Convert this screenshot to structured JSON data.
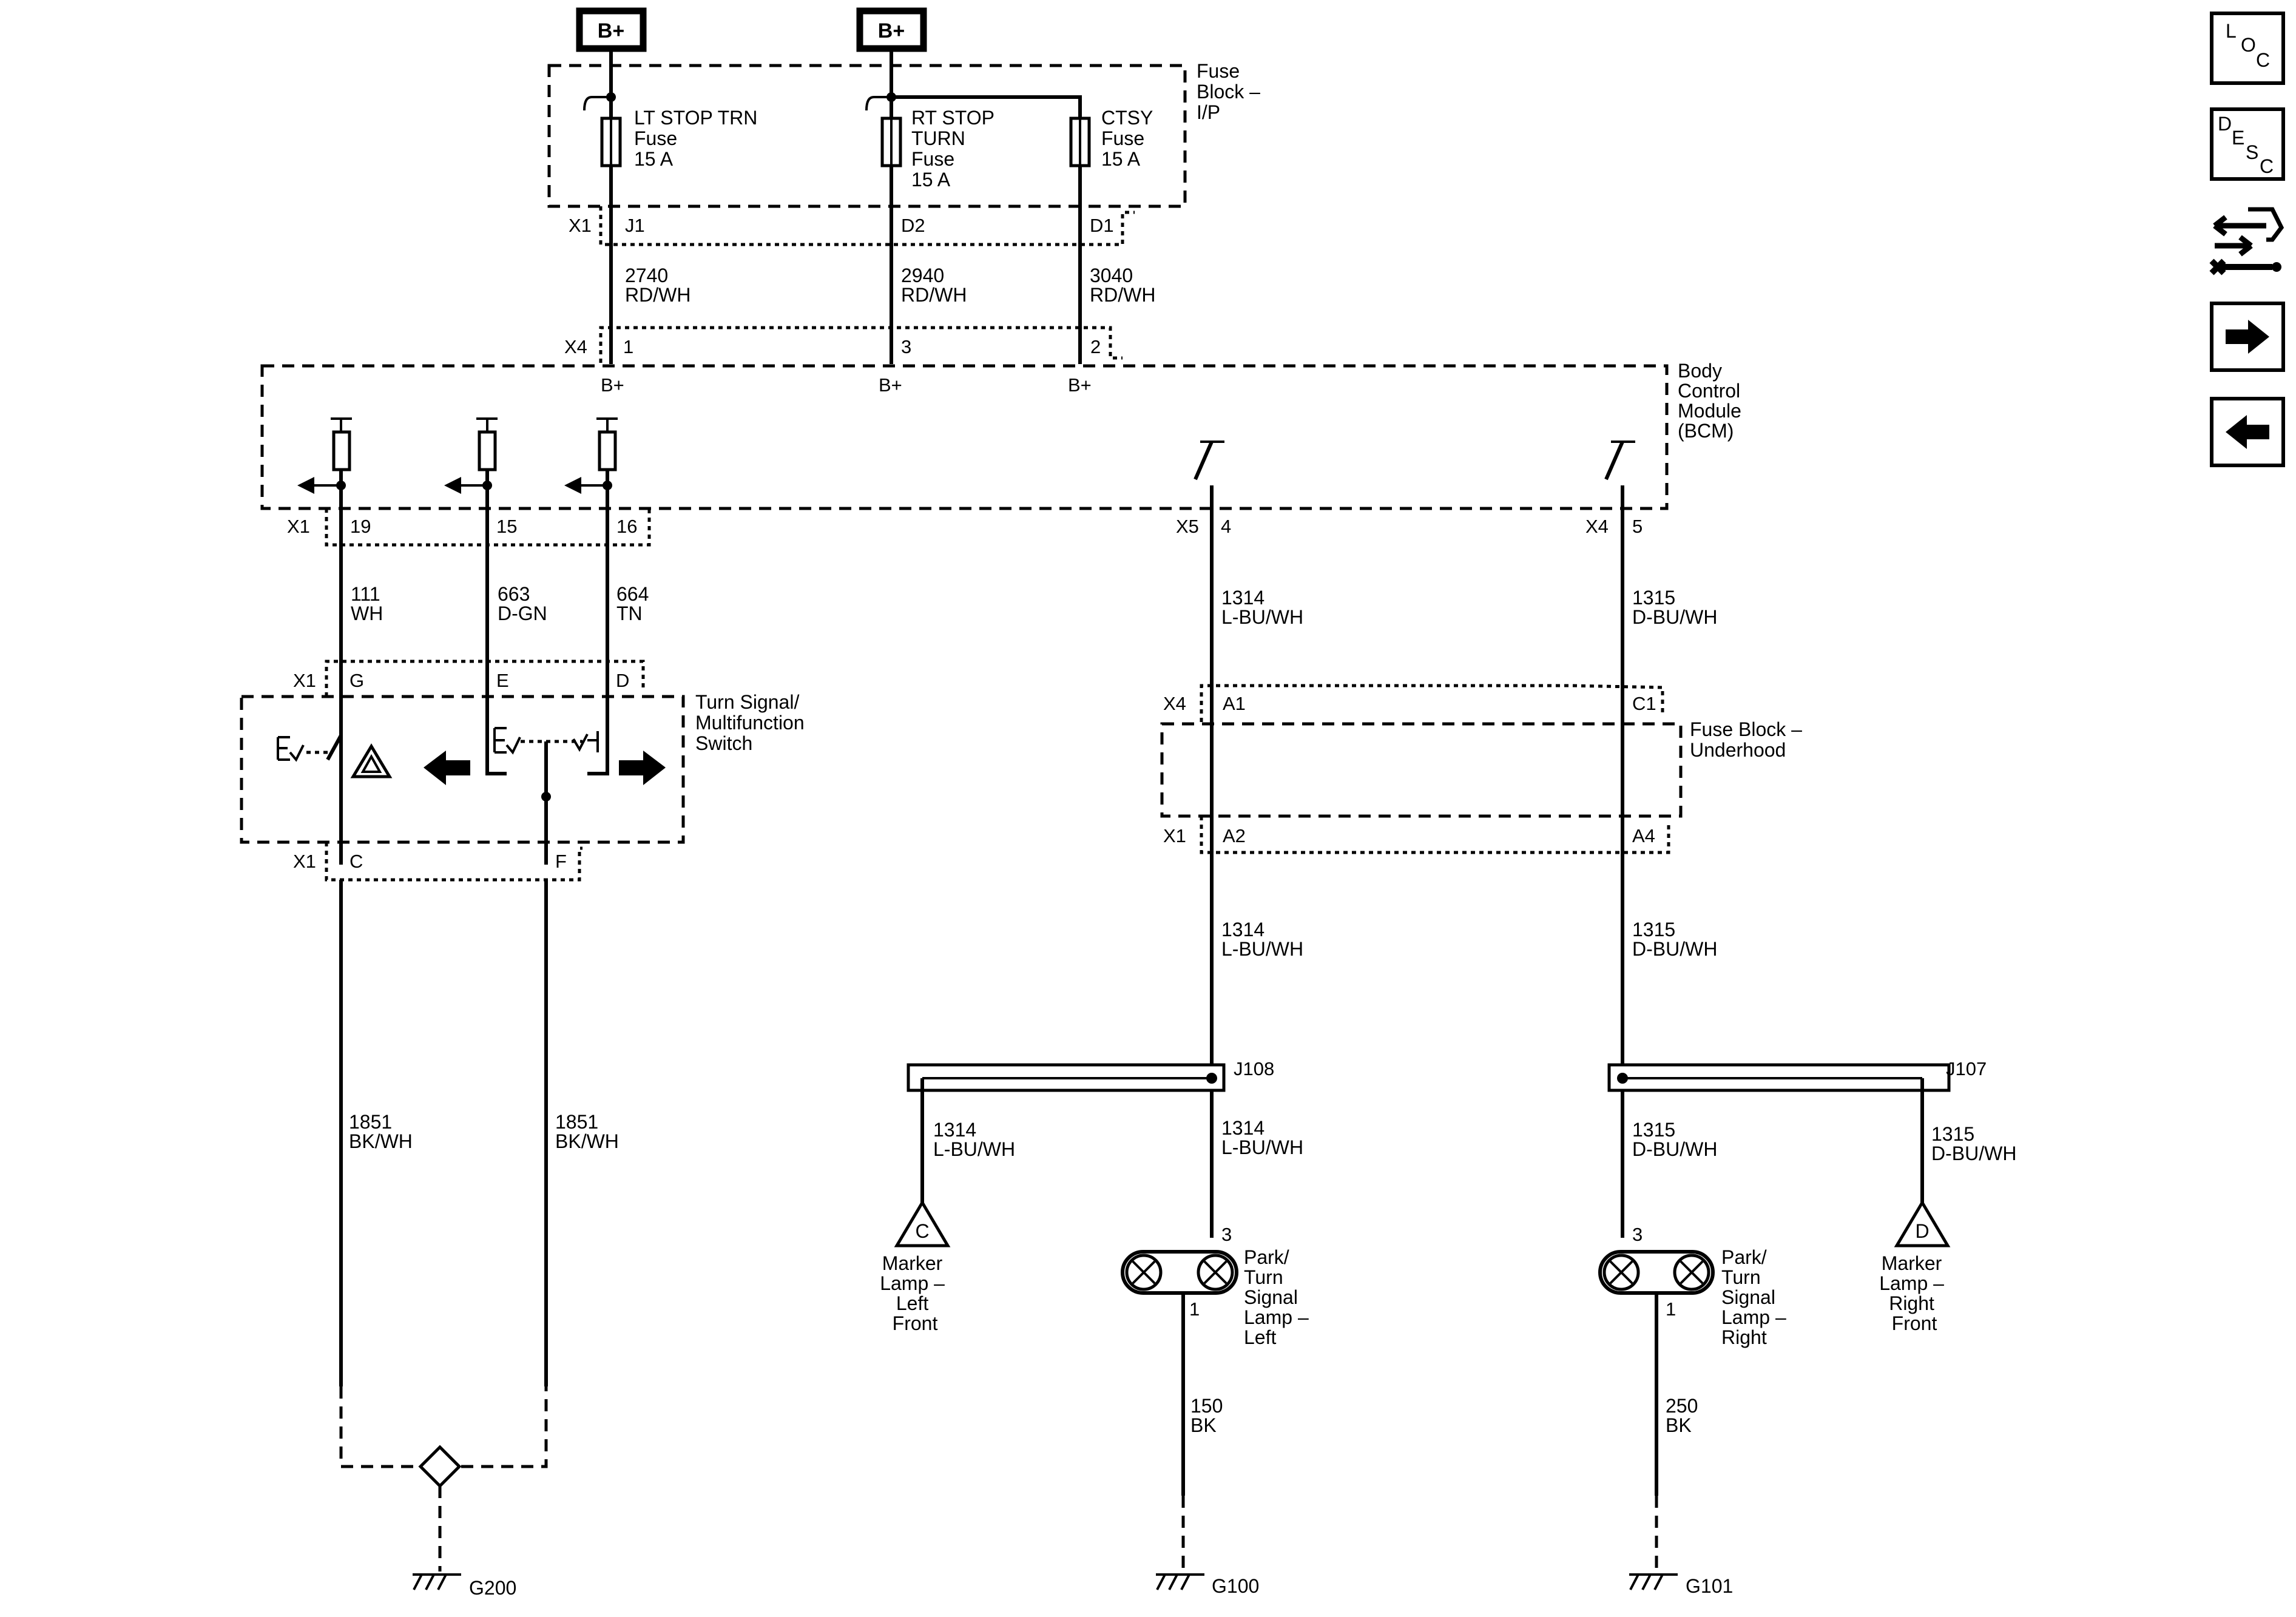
{
  "supplies": {
    "bplus_left": "B+",
    "bplus_right": "B+"
  },
  "fuse_block_ip": {
    "title": [
      "Fuse",
      "Block –",
      "I/P"
    ],
    "fuses": [
      {
        "lines": [
          "LT STOP TRN",
          "Fuse",
          "15 A"
        ]
      },
      {
        "lines": [
          "RT STOP",
          "TURN",
          "Fuse",
          "15 A"
        ]
      },
      {
        "lines": [
          "CTSY",
          "Fuse",
          "15 A"
        ]
      }
    ],
    "connector": "X1",
    "pins": [
      "J1",
      "D2",
      "D1"
    ]
  },
  "wires_top": [
    {
      "circuit": "2740",
      "color": "RD/WH"
    },
    {
      "circuit": "2940",
      "color": "RD/WH"
    },
    {
      "circuit": "3040",
      "color": "RD/WH"
    }
  ],
  "bcm": {
    "title": [
      "Body",
      "Control",
      "Module",
      "(BCM)"
    ],
    "top_connector": "X4",
    "top_pins": [
      "1",
      "3",
      "2"
    ],
    "bplus_labels": [
      "B+",
      "B+",
      "B+"
    ],
    "bottom_left_connector": "X1",
    "bottom_left_pins": [
      "19",
      "15",
      "16"
    ],
    "x5_connector": "X5",
    "x5_pin": "4",
    "x4_connector": "X4",
    "x4_pin": "5"
  },
  "wires_switch": [
    {
      "circuit": "111",
      "color": "WH"
    },
    {
      "circuit": "663",
      "color": "D-GN"
    },
    {
      "circuit": "664",
      "color": "TN"
    }
  ],
  "turn_switch": {
    "title": [
      "Turn Signal/",
      "Multifunction",
      "Switch"
    ],
    "top_connector": "X1",
    "top_pins": [
      "G",
      "E",
      "D"
    ],
    "bottom_connector": "X1",
    "bottom_pins": [
      "C",
      "F"
    ]
  },
  "wires_ground_switch": [
    {
      "circuit": "1851",
      "color": "BK/WH"
    },
    {
      "circuit": "1851",
      "color": "BK/WH"
    }
  ],
  "wires_bcm_out": [
    {
      "circuit": "1314",
      "color": "L-BU/WH"
    },
    {
      "circuit": "1315",
      "color": "D-BU/WH"
    }
  ],
  "fuse_block_uh": {
    "title": [
      "Fuse Block –",
      "Underhood"
    ],
    "top_connector": "X4",
    "top_pins": [
      "A1",
      "C1"
    ],
    "bottom_connector": "X1",
    "bottom_pins": [
      "A2",
      "A4"
    ]
  },
  "wires_uh_out": [
    {
      "circuit": "1314",
      "color": "L-BU/WH"
    },
    {
      "circuit": "1315",
      "color": "D-BU/WH"
    }
  ],
  "splices": {
    "left": "J108",
    "right": "J107"
  },
  "wires_splice_out": [
    {
      "circuit": "1314",
      "color": "L-BU/WH"
    },
    {
      "circuit": "1314",
      "color": "L-BU/WH"
    },
    {
      "circuit": "1315",
      "color": "D-BU/WH"
    },
    {
      "circuit": "1315",
      "color": "D-BU/WH"
    }
  ],
  "marker_left": {
    "letter": "C",
    "lines": [
      "Marker",
      "Lamp –",
      "Left",
      "Front"
    ]
  },
  "marker_right": {
    "letter": "D",
    "lines": [
      "Marker",
      "Lamp –",
      "Right",
      "Front"
    ]
  },
  "park_left": {
    "pin_top": "3",
    "pin_bottom": "1",
    "lines": [
      "Park/",
      "Turn",
      "Signal",
      "Lamp –",
      "Left"
    ]
  },
  "park_right": {
    "pin_top": "3",
    "pin_bottom": "1",
    "lines": [
      "Park/",
      "Turn",
      "Signal",
      "Lamp –",
      "Right"
    ]
  },
  "wires_ground_lamps": [
    {
      "circuit": "150",
      "color": "BK"
    },
    {
      "circuit": "250",
      "color": "BK"
    }
  ],
  "grounds": [
    "G200",
    "G100",
    "G101"
  ],
  "nav": {
    "loc": [
      "L",
      "O",
      "C"
    ],
    "desc": [
      "D",
      "E",
      "S",
      "C"
    ],
    "icons": [
      "connector-swap-icon",
      "arrow-right-icon",
      "arrow-left-icon"
    ]
  }
}
